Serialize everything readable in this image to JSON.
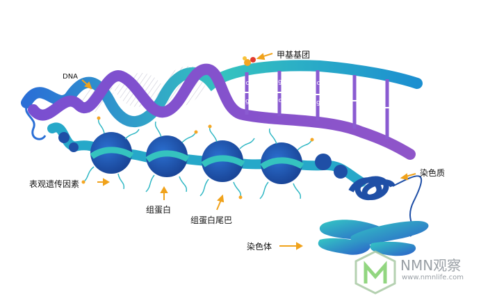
{
  "labels": {
    "dna": "DNA",
    "methyl_group": "甲基基团",
    "epigenetic_factor": "表观遗传因素",
    "histone": "组蛋白",
    "histone_tail": "组蛋白尾巴",
    "chromatin": "染色质",
    "chromosome": "染色体"
  },
  "base_pairs": [
    {
      "top": "c",
      "bottom": "g"
    },
    {
      "top": "g",
      "bottom": "c"
    },
    {
      "top": "c",
      "bottom": "g"
    }
  ],
  "watermark": {
    "brand": "NMN观察",
    "url": "www.nmnlife.com"
  },
  "colors": {
    "strand_teal": "#2fb7c4",
    "strand_purple": "#8a5bd1",
    "nucleosome": "#1f4fa6",
    "arrow": "#f0a21b",
    "methyl": "#f5a623"
  }
}
